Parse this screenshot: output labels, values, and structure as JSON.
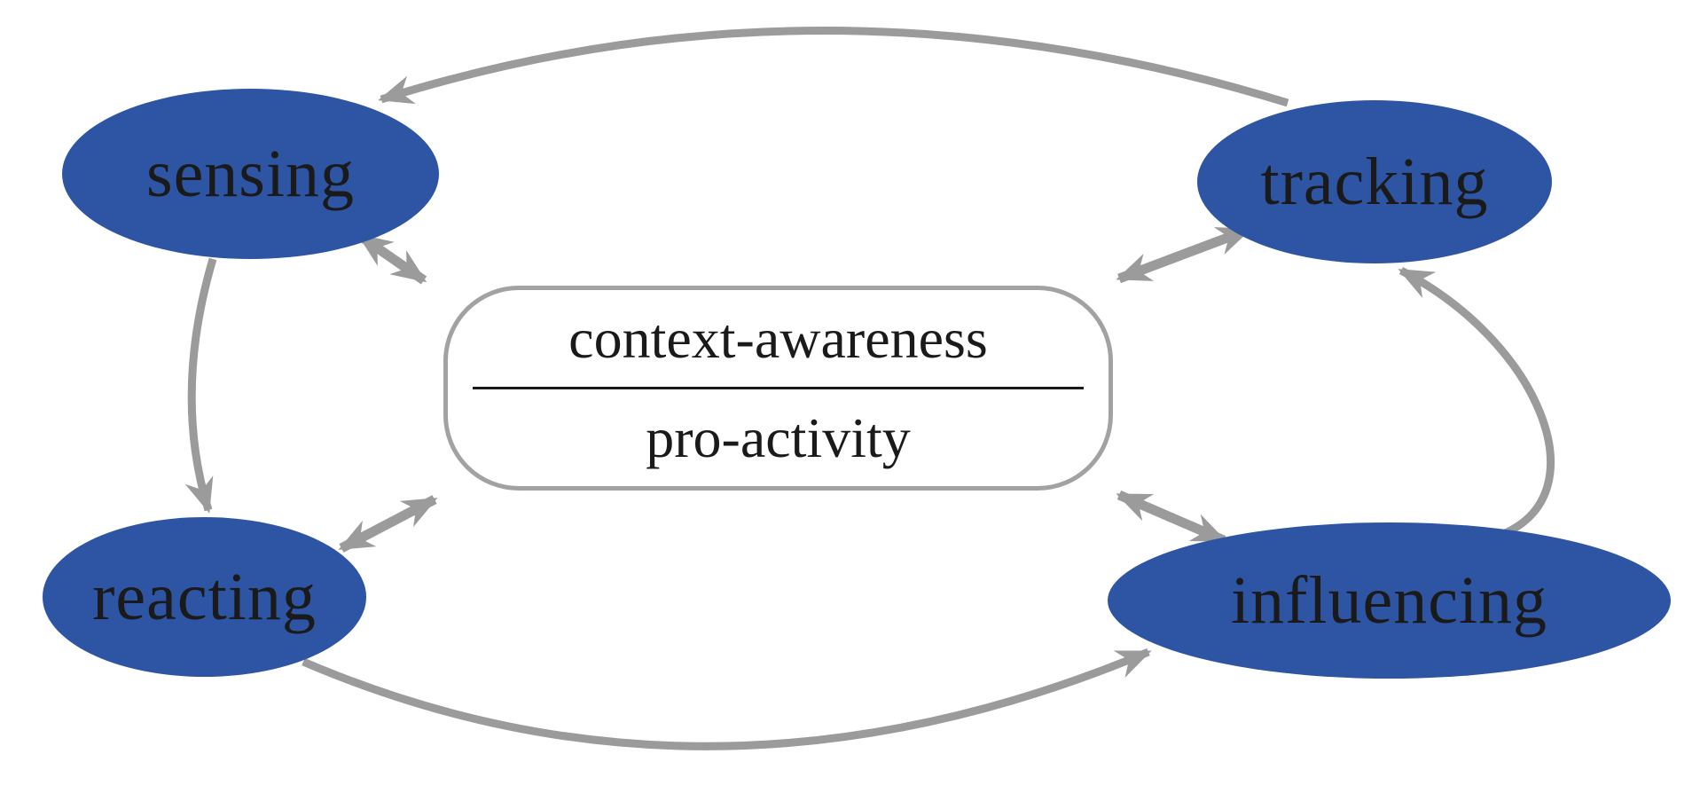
{
  "diagram": {
    "nodes": [
      {
        "id": "sensing",
        "label": "sensing"
      },
      {
        "id": "tracking",
        "label": "tracking"
      },
      {
        "id": "reacting",
        "label": "reacting"
      },
      {
        "id": "influencing",
        "label": "influencing"
      }
    ],
    "center_box": {
      "numerator": "context-awareness",
      "denominator": "pro-activity"
    },
    "edges": [
      {
        "from": "tracking",
        "to": "sensing",
        "type": "directed",
        "style": "outer-arc"
      },
      {
        "from": "sensing",
        "to": "reacting",
        "type": "directed",
        "style": "outer-arc"
      },
      {
        "from": "reacting",
        "to": "influencing",
        "type": "directed",
        "style": "outer-arc"
      },
      {
        "from": "influencing",
        "to": "tracking",
        "type": "directed",
        "style": "outer-arc"
      },
      {
        "from": "sensing",
        "to": "center-box",
        "type": "bidirectional",
        "style": "double-arrow"
      },
      {
        "from": "tracking",
        "to": "center-box",
        "type": "bidirectional",
        "style": "double-arrow"
      },
      {
        "from": "reacting",
        "to": "center-box",
        "type": "bidirectional",
        "style": "double-arrow"
      },
      {
        "from": "influencing",
        "to": "center-box",
        "type": "bidirectional",
        "style": "double-arrow"
      }
    ],
    "colors": {
      "node_fill": "#2e55a4",
      "arrow": "#9b9b9b",
      "box_border": "#a2a2a2",
      "text": "#1a1a1a"
    }
  }
}
